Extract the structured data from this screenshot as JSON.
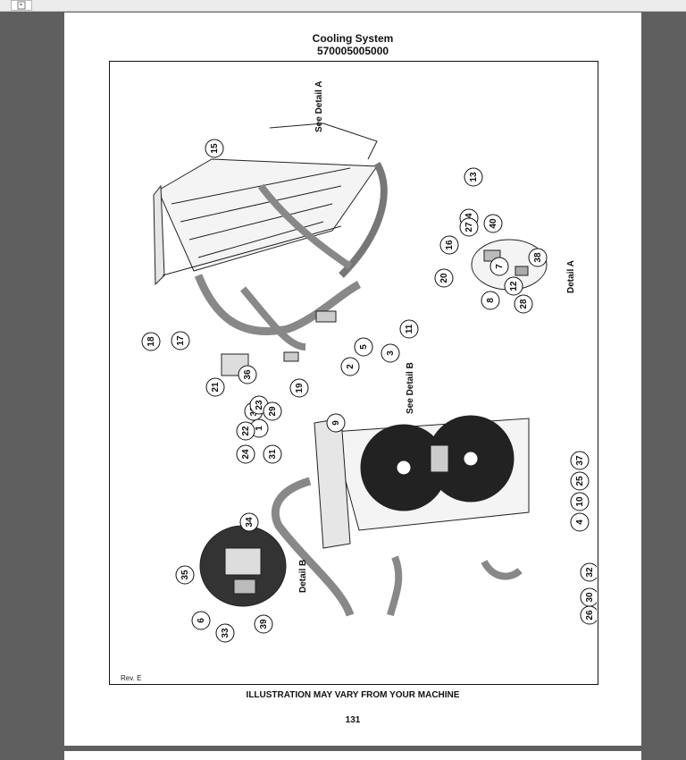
{
  "document": {
    "title": "Cooling System",
    "part_number": "570005005000",
    "revision": "Rev. E",
    "caption": "ILLUSTRATION MAY VARY FROM YOUR MACHINE",
    "page_number": "131"
  },
  "labels": {
    "see_detail_a": "See Detail A",
    "see_detail_b": "See Detail B",
    "detail_a": "Detail A",
    "detail_b": "Detail B"
  },
  "callouts": [
    "15",
    "13",
    "14",
    "16",
    "20",
    "18",
    "17",
    "21",
    "36",
    "38",
    "19",
    "23",
    "1",
    "22",
    "24",
    "29",
    "31",
    "2",
    "5",
    "3",
    "11",
    "27",
    "40",
    "7",
    "12",
    "8",
    "28",
    "38",
    "9",
    "37",
    "25",
    "10",
    "4",
    "32",
    "30",
    "26",
    "34",
    "35",
    "6",
    "33",
    "39"
  ]
}
